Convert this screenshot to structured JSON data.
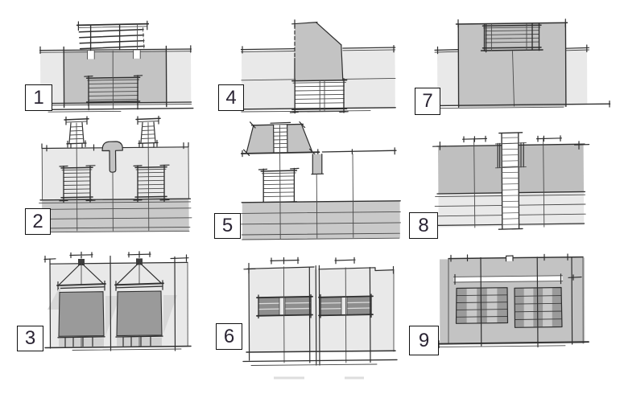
{
  "figure": {
    "title": "",
    "items": [
      {
        "label": "1",
        "name": "roof-monitor-with-louver-stack-and-louver-window"
      },
      {
        "label": "2",
        "name": "parapet-wall-with-two-chimney-vents-and-louver-windows"
      },
      {
        "label": "3",
        "name": "suspended-canopy-over-paired-dark-window-openings"
      },
      {
        "label": "4",
        "name": "raised-sloped-parapet-block-with-louver-opening-below"
      },
      {
        "label": "5",
        "name": "tapered-roof-vent-with-ladder-slot-and-louver-window"
      },
      {
        "label": "6",
        "name": "twin-horizontal-louver-band-windows"
      },
      {
        "label": "7",
        "name": "raised-parapet-block-with-top-louver-opening"
      },
      {
        "label": "8",
        "name": "vertical-ladder-vent-strip-through-wall-band"
      },
      {
        "label": "9",
        "name": "facade-with-two-vertical-grille-windows"
      }
    ],
    "colors": {
      "background": "#ffffff",
      "wall_light": "#e9e9e9",
      "wall_mid": "#c3c3c3",
      "band_gray": "#c9c9c9",
      "fill_dark": "#9a9a9a",
      "louver_dark": "#8e8e8e",
      "line": "#2f2f2f",
      "label_border": "#111111",
      "label_text": "#2a2433",
      "label_bg": "#ffffff"
    }
  }
}
